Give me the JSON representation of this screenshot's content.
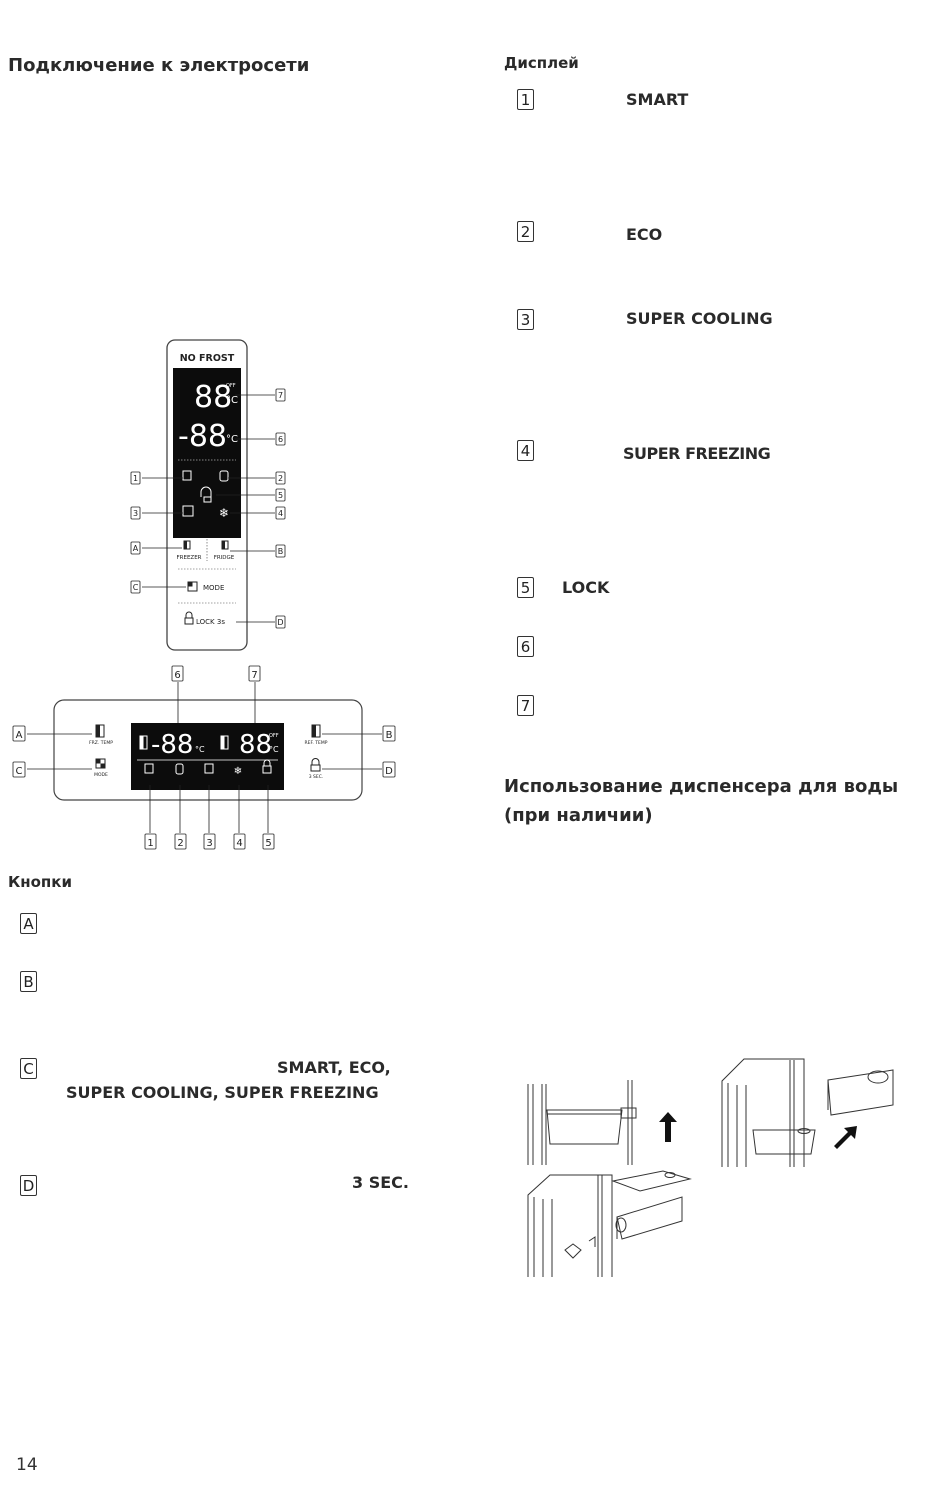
{
  "left": {
    "heading": "Подключение к электросети",
    "panel_vertical": {
      "brand": "NO FROST",
      "temp_top": "88",
      "temp_top_unit": "°C",
      "temp_top_off": "OFF",
      "temp_bottom": "-88",
      "temp_bottom_unit": "°C",
      "btn_freezer": "FREEZER",
      "btn_fridge": "FRIDGE",
      "btn_mode": "MODE",
      "btn_lock": "LOCK 3s",
      "callouts": [
        "7",
        "6",
        "1",
        "2",
        "5",
        "3",
        "4",
        "A",
        "B",
        "C",
        "D"
      ]
    },
    "panel_horizontal": {
      "temp_left": "-88",
      "temp_right": "88",
      "unit": "°C",
      "off": "OFF",
      "frz_temp": "FRZ. TEMP",
      "ref_temp": "REF. TEMP",
      "mode": "MODE",
      "three_sec": "3 SEC.",
      "callouts_top": [
        "6",
        "7"
      ],
      "callouts_side": [
        "A",
        "B",
        "C",
        "D"
      ],
      "callouts_bottom": [
        "1",
        "2",
        "3",
        "4",
        "5"
      ]
    },
    "buttons_heading": "Кнопки",
    "buttons": [
      {
        "key": "A",
        "text": ""
      },
      {
        "key": "B",
        "text": ""
      },
      {
        "key": "C",
        "text": "SMART, ECO,",
        "text2": "SUPER COOLING, SUPER FREEZING"
      },
      {
        "key": "D",
        "text": "3 SEC."
      }
    ]
  },
  "right": {
    "display_heading": "Дисплей",
    "display_items": [
      {
        "num": "1",
        "label": "SMART"
      },
      {
        "num": "2",
        "label": "ECO"
      },
      {
        "num": "3",
        "label": "SUPER COOLING"
      },
      {
        "num": "4",
        "label": "SUPER FREEZING"
      },
      {
        "num": "5",
        "label": "LOCK"
      },
      {
        "num": "6",
        "label": ""
      },
      {
        "num": "7",
        "label": ""
      }
    ],
    "dispenser_heading_1": "Использование диспенсера для воды",
    "dispenser_heading_2": "(при наличии)"
  },
  "page_number": "14"
}
